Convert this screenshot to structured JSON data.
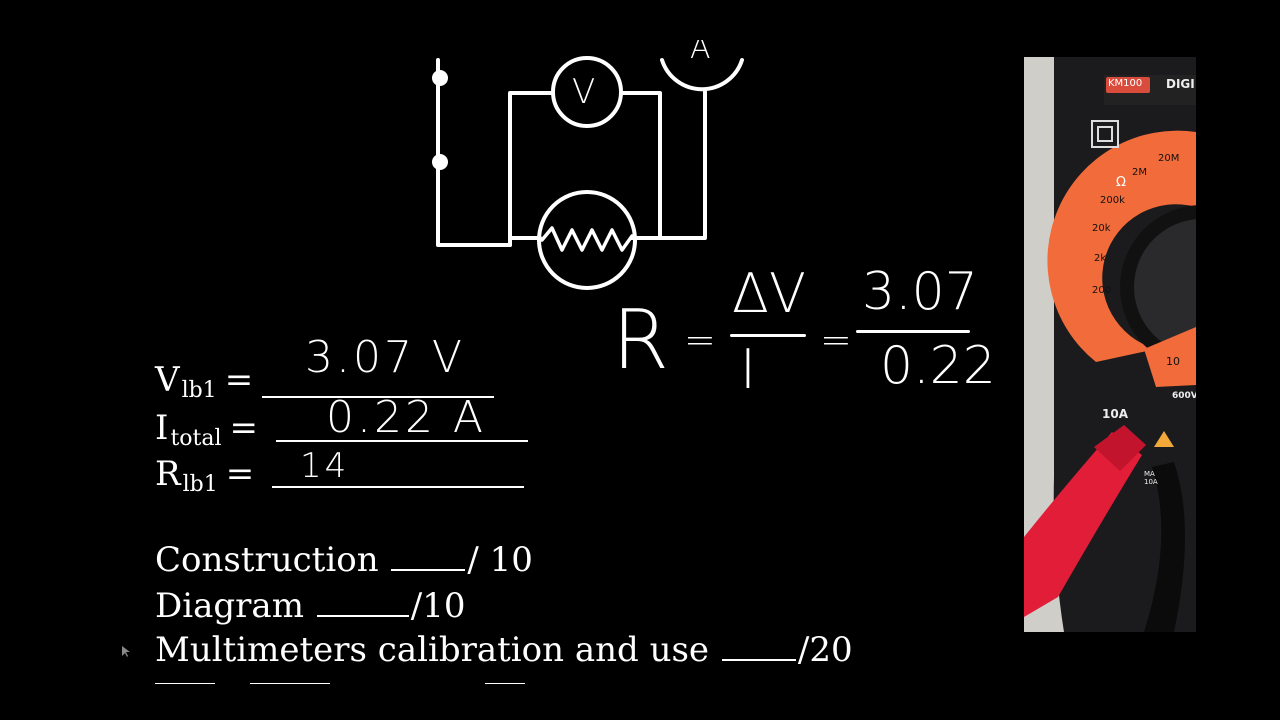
{
  "equation": {
    "lhs": "R",
    "equals": "=",
    "numerator": "ΔV",
    "denominator": "I",
    "value_numerator": "3.07",
    "value_denominator": "0.22"
  },
  "values": {
    "voltage": {
      "symbol": "V",
      "subscript": "lb1",
      "equals": "=",
      "value": "3.07 V"
    },
    "current": {
      "symbol": "I",
      "subscript": "total",
      "equals": "=",
      "value": "0.22 A"
    },
    "resistance": {
      "symbol": "R",
      "subscript": "lb1",
      "equals": "=",
      "value": "14"
    }
  },
  "rubric": [
    {
      "label": "Construction",
      "score": "/ 10"
    },
    {
      "label": "Diagram",
      "score": "/10"
    },
    {
      "label": "Multimeters calibration and use",
      "score": "/20"
    }
  ],
  "circuit": {
    "voltmeter_label": "V",
    "ammeter_label": "A"
  },
  "multimeter": {
    "brand": "KM100",
    "model_text": "DIGI",
    "ohm_symbol": "Ω",
    "ranges": [
      "20M",
      "2M",
      "200k",
      "20k",
      "2k",
      "200"
    ],
    "port_10a": "10A",
    "port_ma": "MA\n10A",
    "voltage_rating": "600V",
    "diode_range": "10",
    "accent": "#f26b3a",
    "probe_color": "#e11d38"
  },
  "colors": {
    "background": "#000000",
    "ink": "#ffffff"
  }
}
